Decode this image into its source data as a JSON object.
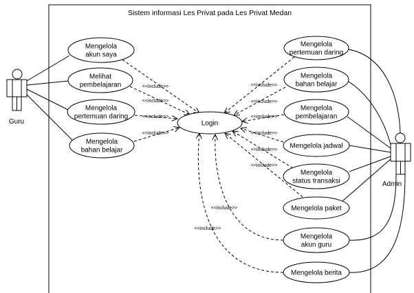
{
  "system": {
    "title": "Sistem informasi Les Privat pada Les Privat Medan"
  },
  "actors": [
    {
      "id": "guru",
      "label": "Guru"
    },
    {
      "id": "admin",
      "label": "Admin"
    }
  ],
  "use_cases": [
    {
      "id": "akun-saya",
      "lines": [
        "Mengelola",
        "akun saya"
      ]
    },
    {
      "id": "melihat-pembelajaran",
      "lines": [
        "Melihat",
        "pembelajaran"
      ]
    },
    {
      "id": "pertemuan-daring-guru",
      "lines": [
        "Mengelola",
        "pertemuan daring"
      ]
    },
    {
      "id": "bahan-belajar-guru",
      "lines": [
        "Mengelola",
        "bahan belajar"
      ]
    },
    {
      "id": "login",
      "lines": [
        "Login"
      ]
    },
    {
      "id": "pertemuan-daring-admin",
      "lines": [
        "Mengelola",
        "pertemuan daring"
      ]
    },
    {
      "id": "bahan-belajar-admin",
      "lines": [
        "Mengelola",
        "bahan belajar"
      ]
    },
    {
      "id": "pembelajaran-admin",
      "lines": [
        "Mengelola",
        "pembelajaran"
      ]
    },
    {
      "id": "jadwal",
      "lines": [
        "Mengelola jadwal"
      ]
    },
    {
      "id": "status-transaksi",
      "lines": [
        "Mengelola",
        "status transaksi"
      ]
    },
    {
      "id": "paket",
      "lines": [
        "Mengelola paket"
      ]
    },
    {
      "id": "akun-guru",
      "lines": [
        "Mengelola",
        "akun guru"
      ]
    },
    {
      "id": "berita",
      "lines": [
        "Mengelola berita"
      ]
    }
  ],
  "include_label": "<<include>>",
  "associations": [
    {
      "actor": "guru",
      "use_case": "akun-saya"
    },
    {
      "actor": "guru",
      "use_case": "melihat-pembelajaran"
    },
    {
      "actor": "guru",
      "use_case": "pertemuan-daring-guru"
    },
    {
      "actor": "guru",
      "use_case": "bahan-belajar-guru"
    },
    {
      "actor": "admin",
      "use_case": "pertemuan-daring-admin"
    },
    {
      "actor": "admin",
      "use_case": "bahan-belajar-admin"
    },
    {
      "actor": "admin",
      "use_case": "pembelajaran-admin"
    },
    {
      "actor": "admin",
      "use_case": "jadwal"
    },
    {
      "actor": "admin",
      "use_case": "status-transaksi"
    },
    {
      "actor": "admin",
      "use_case": "paket"
    },
    {
      "actor": "admin",
      "use_case": "akun-guru"
    },
    {
      "actor": "admin",
      "use_case": "berita"
    }
  ],
  "includes": [
    {
      "from": "akun-saya",
      "to": "login"
    },
    {
      "from": "melihat-pembelajaran",
      "to": "login"
    },
    {
      "from": "pertemuan-daring-guru",
      "to": "login"
    },
    {
      "from": "bahan-belajar-guru",
      "to": "login"
    },
    {
      "from": "pertemuan-daring-admin",
      "to": "login"
    },
    {
      "from": "bahan-belajar-admin",
      "to": "login"
    },
    {
      "from": "pembelajaran-admin",
      "to": "login"
    },
    {
      "from": "jadwal",
      "to": "login"
    },
    {
      "from": "status-transaksi",
      "to": "login"
    },
    {
      "from": "paket",
      "to": "login"
    },
    {
      "from": "akun-guru",
      "to": "login"
    },
    {
      "from": "berita",
      "to": "login"
    }
  ]
}
